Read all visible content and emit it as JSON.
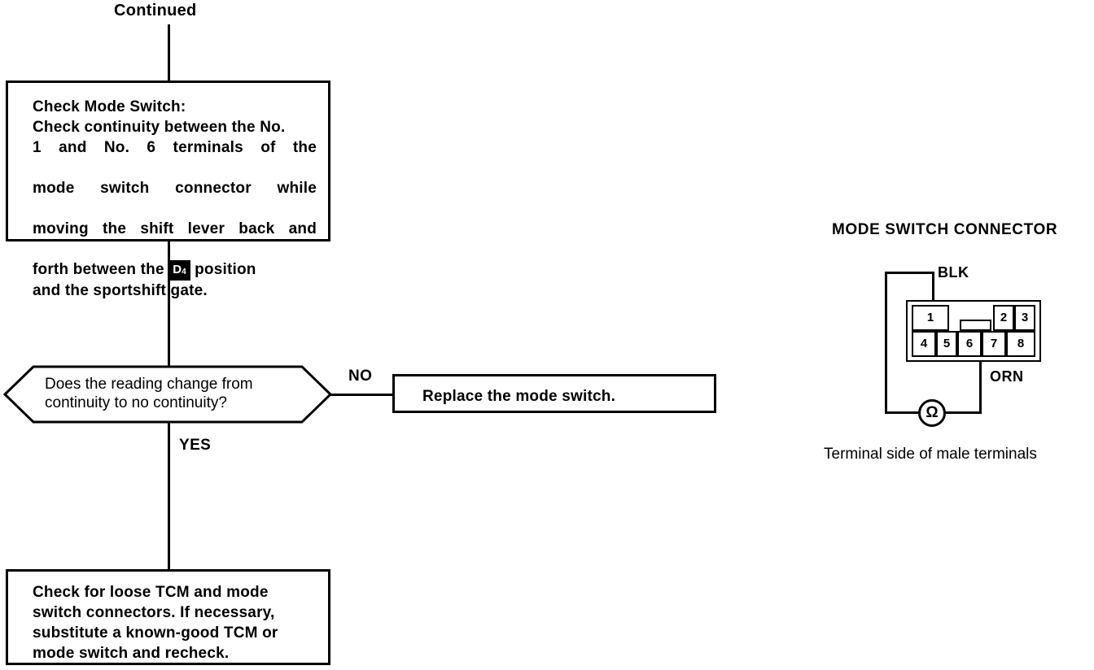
{
  "flow": {
    "continued_label": "Continued",
    "check_box": {
      "heading": "Check Mode Switch:",
      "line1": "Check continuity between the No.",
      "line2": "1 and No. 6 terminals of the",
      "line3": "mode switch connector while",
      "line4": "moving the shift lever back and",
      "line5_pre": "forth between the",
      "gear_symbol_letter": "D",
      "gear_symbol_sub": "4",
      "line5_post": "position",
      "line6": "and the sportshift gate."
    },
    "decision": {
      "line1": "Does the reading change from",
      "line2": "continuity to no continuity?",
      "yes_label": "YES",
      "no_label": "NO"
    },
    "replace_box": {
      "text": "Replace the mode switch."
    },
    "final_box": {
      "line1": "Check for loose TCM and mode",
      "line2": "switch connectors. If necessary,",
      "line3": "substitute a known-good TCM or",
      "line4": "mode switch and recheck."
    }
  },
  "connector": {
    "title": "MODE SWITCH CONNECTOR",
    "caption": "Terminal side of male terminals",
    "wire_blk": "BLK",
    "wire_orn": "ORN",
    "meter_symbol": "Ω",
    "pins": [
      {
        "number": "1"
      },
      {
        "number": "2"
      },
      {
        "number": "3"
      },
      {
        "number": "4"
      },
      {
        "number": "5"
      },
      {
        "number": "6"
      },
      {
        "number": "7"
      },
      {
        "number": "8"
      }
    ]
  },
  "colors": {
    "ink": "#000000",
    "paper": "#ffffff"
  }
}
